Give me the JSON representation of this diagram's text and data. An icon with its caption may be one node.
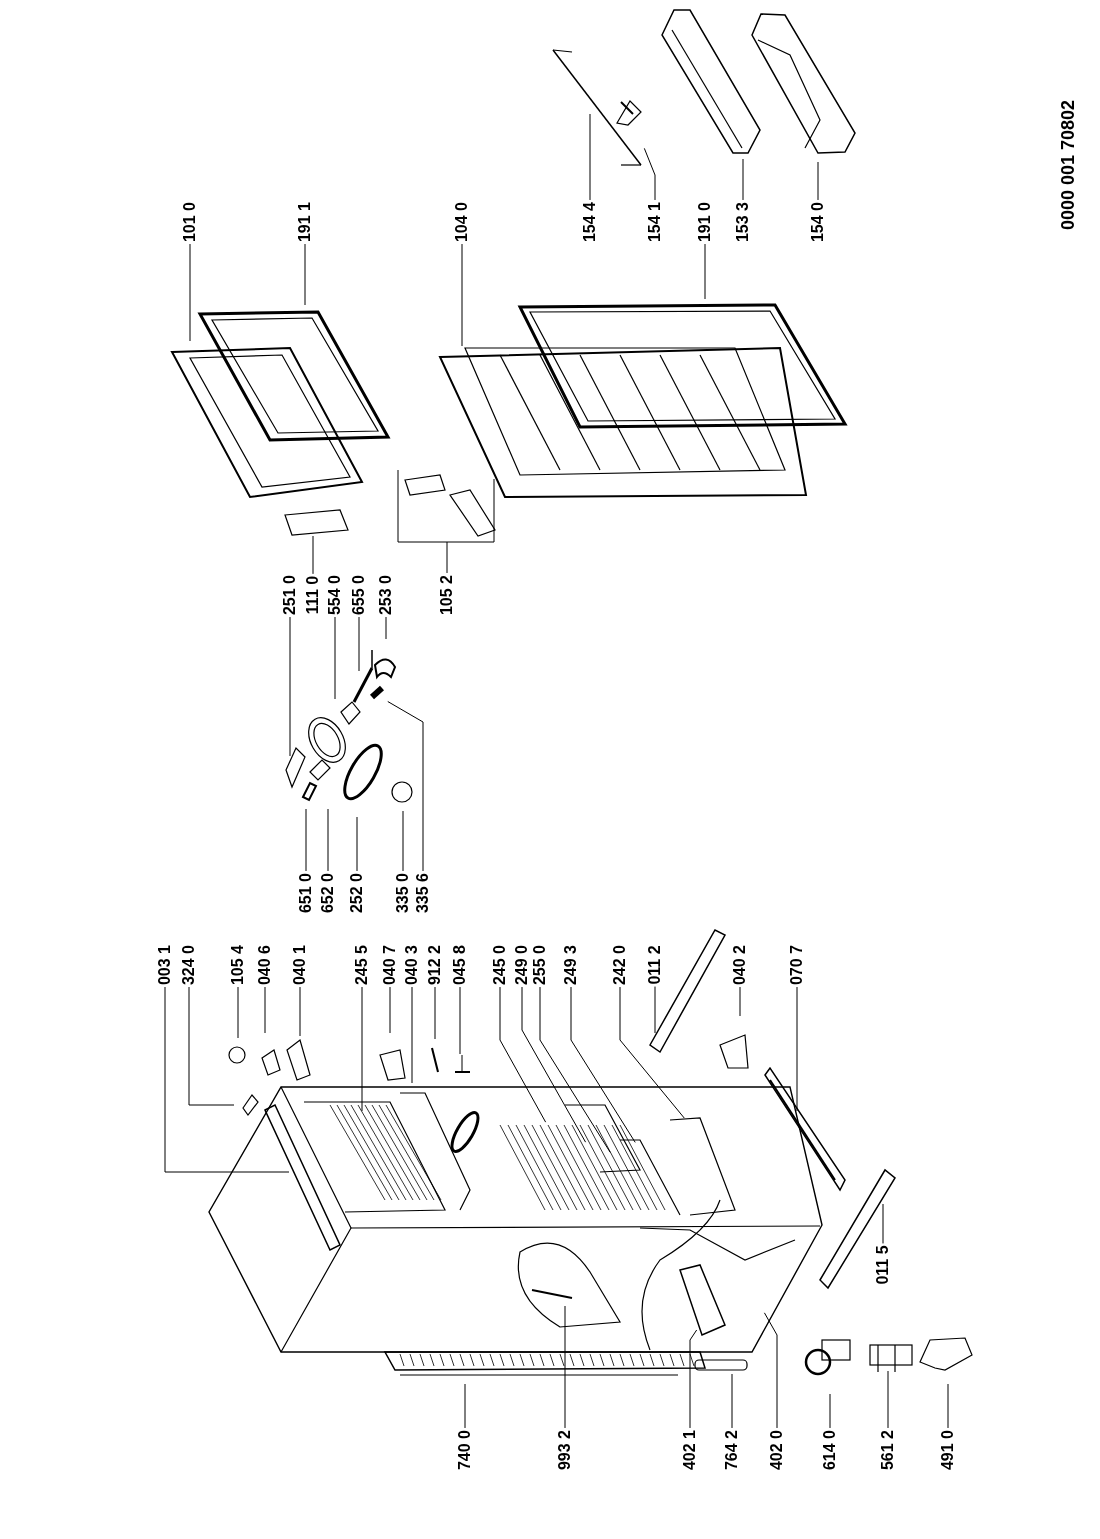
{
  "diagram": {
    "nodes": [
      {
        "text": [
          "101 0"
        ]
      },
      {
        "text": [
          "191 1"
        ]
      },
      {
        "text": [
          "104 0"
        ]
      },
      {
        "text": [
          "154 4"
        ]
      },
      {
        "text": [
          "154 1"
        ]
      },
      {
        "text": [
          "191 0"
        ]
      },
      {
        "text": [
          "153 3"
        ]
      },
      {
        "text": [
          "154 0"
        ]
      },
      {
        "text": [
          "251 0"
        ]
      },
      {
        "text": [
          "111 0"
        ]
      },
      {
        "text": [
          "554 0"
        ]
      },
      {
        "text": [
          "655 0"
        ]
      },
      {
        "text": [
          "253 0"
        ]
      },
      {
        "text": [
          "105 2"
        ]
      },
      {
        "text": [
          "651 0"
        ]
      },
      {
        "text": [
          "652 0"
        ]
      },
      {
        "text": [
          "252 0"
        ]
      },
      {
        "text": [
          "335 0"
        ]
      },
      {
        "text": [
          "335 6"
        ]
      },
      {
        "text": [
          "003 1"
        ]
      },
      {
        "text": [
          "324 0"
        ]
      },
      {
        "text": [
          "105 4"
        ]
      },
      {
        "text": [
          "040 6"
        ]
      },
      {
        "text": [
          "040 1"
        ]
      },
      {
        "text": [
          "245 5"
        ]
      },
      {
        "text": [
          "040 7"
        ]
      },
      {
        "text": [
          "040 3"
        ]
      },
      {
        "text": [
          "912 2"
        ]
      },
      {
        "text": [
          "045 8"
        ]
      },
      {
        "text": [
          "245 0"
        ]
      },
      {
        "text": [
          "249 0"
        ]
      },
      {
        "text": [
          "255 0"
        ]
      },
      {
        "text": [
          "249 3"
        ]
      },
      {
        "text": [
          "242 0"
        ]
      },
      {
        "text": [
          "011 2"
        ]
      },
      {
        "text": [
          "040 2"
        ]
      },
      {
        "text": [
          "070 7"
        ]
      },
      {
        "text": [
          "011 5"
        ]
      },
      {
        "text": [
          "740 0"
        ]
      },
      {
        "text": [
          "993 2"
        ]
      },
      {
        "text": [
          "402 1"
        ]
      },
      {
        "text": [
          "764 2"
        ]
      },
      {
        "text": [
          "402 0"
        ]
      },
      {
        "text": [
          "614 0"
        ]
      },
      {
        "text": [
          "561 2"
        ]
      },
      {
        "text": [
          "491 0"
        ]
      }
    ],
    "edges": [
      {
        "from": 0,
        "to": null,
        "arrow": "none"
      },
      {
        "from": 1,
        "to": null,
        "arrow": "none"
      },
      {
        "from": 2,
        "to": null,
        "arrow": "none"
      },
      {
        "from": 3,
        "to": null,
        "arrow": "none"
      },
      {
        "from": 4,
        "to": null,
        "arrow": "none"
      },
      {
        "from": 5,
        "to": null,
        "arrow": "none"
      },
      {
        "from": 6,
        "to": null,
        "arrow": "none"
      },
      {
        "from": 7,
        "to": null,
        "arrow": "none"
      },
      {
        "from": 8,
        "to": null,
        "arrow": "none"
      },
      {
        "from": 9,
        "to": null,
        "arrow": "none"
      },
      {
        "from": 10,
        "to": null,
        "arrow": "none"
      },
      {
        "from": 11,
        "to": null,
        "arrow": "none"
      },
      {
        "from": 12,
        "to": null,
        "arrow": "none"
      },
      {
        "from": 13,
        "to": null,
        "arrow": "none"
      },
      {
        "from": 14,
        "to": null,
        "arrow": "none"
      },
      {
        "from": 15,
        "to": null,
        "arrow": "none"
      },
      {
        "from": 16,
        "to": null,
        "arrow": "none"
      },
      {
        "from": 17,
        "to": null,
        "arrow": "none"
      },
      {
        "from": 18,
        "to": null,
        "arrow": "none"
      },
      {
        "from": 19,
        "to": null,
        "arrow": "none"
      },
      {
        "from": 20,
        "to": null,
        "arrow": "none"
      },
      {
        "from": 21,
        "to": null,
        "arrow": "none"
      },
      {
        "from": 22,
        "to": null,
        "arrow": "none"
      },
      {
        "from": 23,
        "to": null,
        "arrow": "none"
      },
      {
        "from": 24,
        "to": null,
        "arrow": "none"
      },
      {
        "from": 25,
        "to": null,
        "arrow": "none"
      },
      {
        "from": 26,
        "to": null,
        "arrow": "none"
      },
      {
        "from": 27,
        "to": null,
        "arrow": "none"
      },
      {
        "from": 28,
        "to": null,
        "arrow": "none"
      },
      {
        "from": 29,
        "to": null,
        "arrow": "none"
      },
      {
        "from": 30,
        "to": null,
        "arrow": "none"
      },
      {
        "from": 31,
        "to": null,
        "arrow": "none"
      },
      {
        "from": 32,
        "to": null,
        "arrow": "none"
      },
      {
        "from": 33,
        "to": null,
        "arrow": "none"
      },
      {
        "from": 34,
        "to": null,
        "arrow": "none"
      },
      {
        "from": 35,
        "to": null,
        "arrow": "none"
      },
      {
        "from": 36,
        "to": null,
        "arrow": "none"
      },
      {
        "from": 37,
        "to": null,
        "arrow": "none"
      },
      {
        "from": 38,
        "to": null,
        "arrow": "none"
      },
      {
        "from": 39,
        "to": null,
        "arrow": "none"
      },
      {
        "from": 40,
        "to": null,
        "arrow": "none"
      },
      {
        "from": 41,
        "to": null,
        "arrow": "none"
      },
      {
        "from": 42,
        "to": null,
        "arrow": "none"
      },
      {
        "from": 43,
        "to": null,
        "arrow": "none"
      },
      {
        "from": 44,
        "to": null,
        "arrow": "none"
      },
      {
        "from": 45,
        "to": null,
        "arrow": "none"
      }
    ],
    "labels": [
      "0000 001 70802"
    ]
  }
}
